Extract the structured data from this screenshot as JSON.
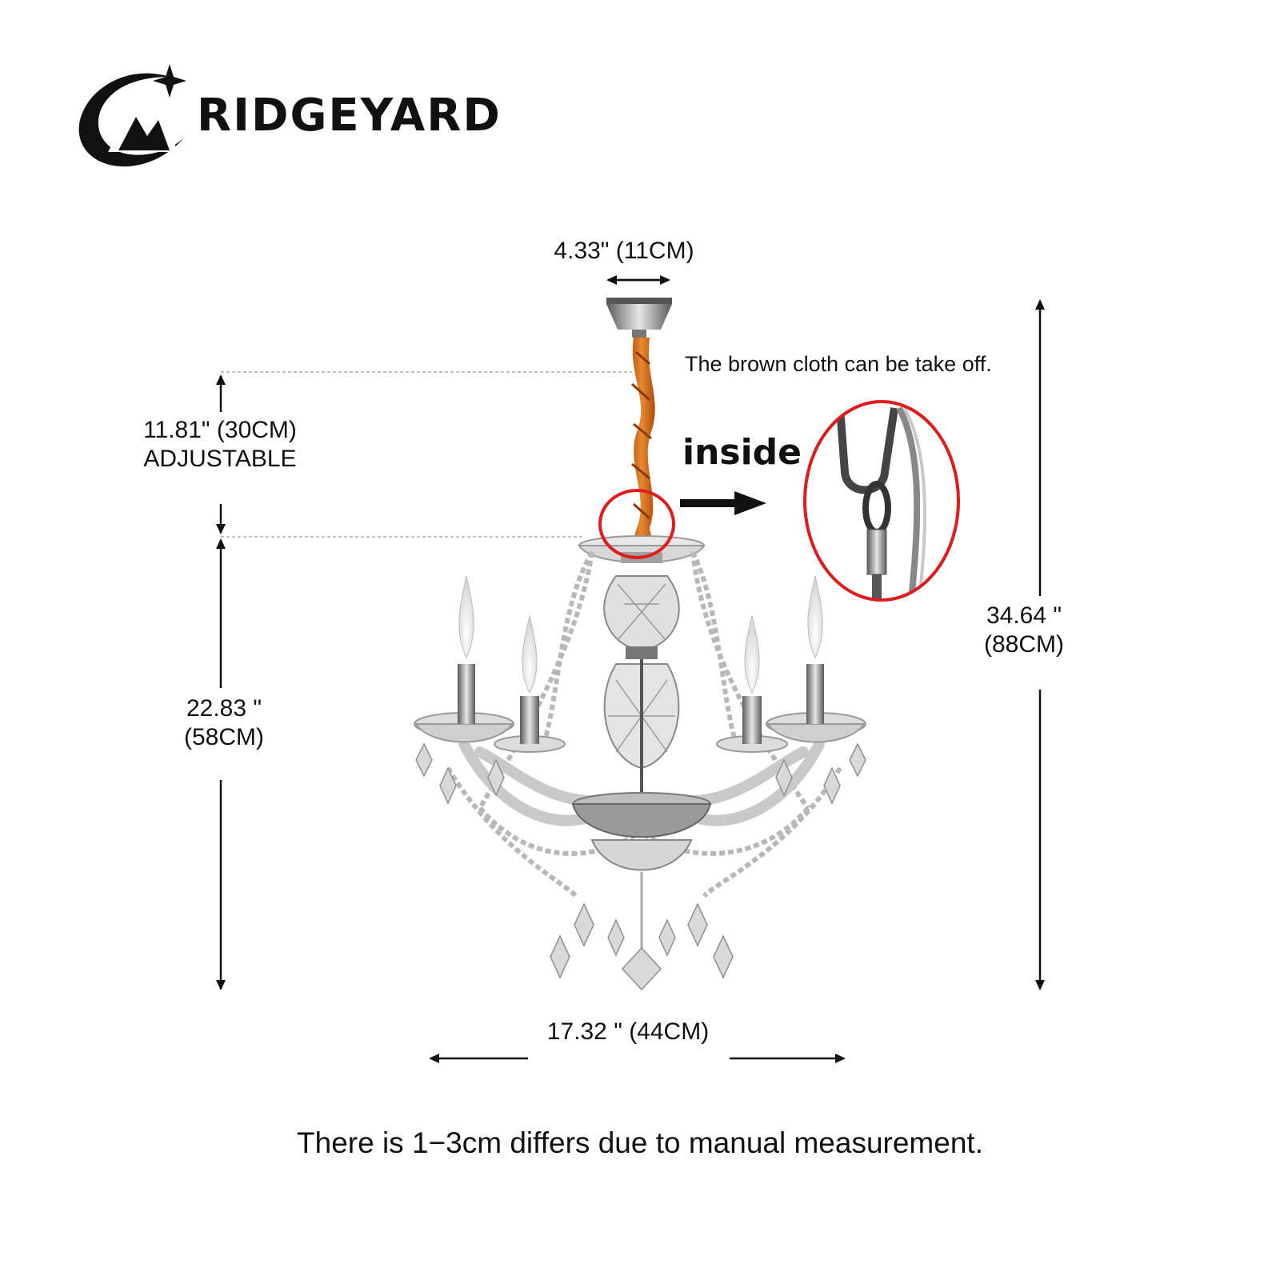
{
  "brand": {
    "name": "RIDGEYARD",
    "watermark": "RIDGEYARD"
  },
  "dimensions": {
    "canopy_width": "4.33\" (11CM)",
    "chain_length_value": "11.81\" (30CM)",
    "chain_length_note": "ADJUSTABLE",
    "body_height_value": "22.83 \"",
    "body_height_metric": "(58CM)",
    "total_height_value": "34.64 \"",
    "total_height_metric": "(88CM)",
    "body_width": "17.32 \" (44CM)"
  },
  "callout": {
    "note": "The brown cloth can be take off.",
    "label": "inside"
  },
  "footnote": "There is 1−3cm differs due to manual measurement.",
  "colors": {
    "cloth": "#c9631a",
    "highlight_circle": "#e01b1b",
    "metal": "#8a8a8a",
    "text": "#111111"
  }
}
